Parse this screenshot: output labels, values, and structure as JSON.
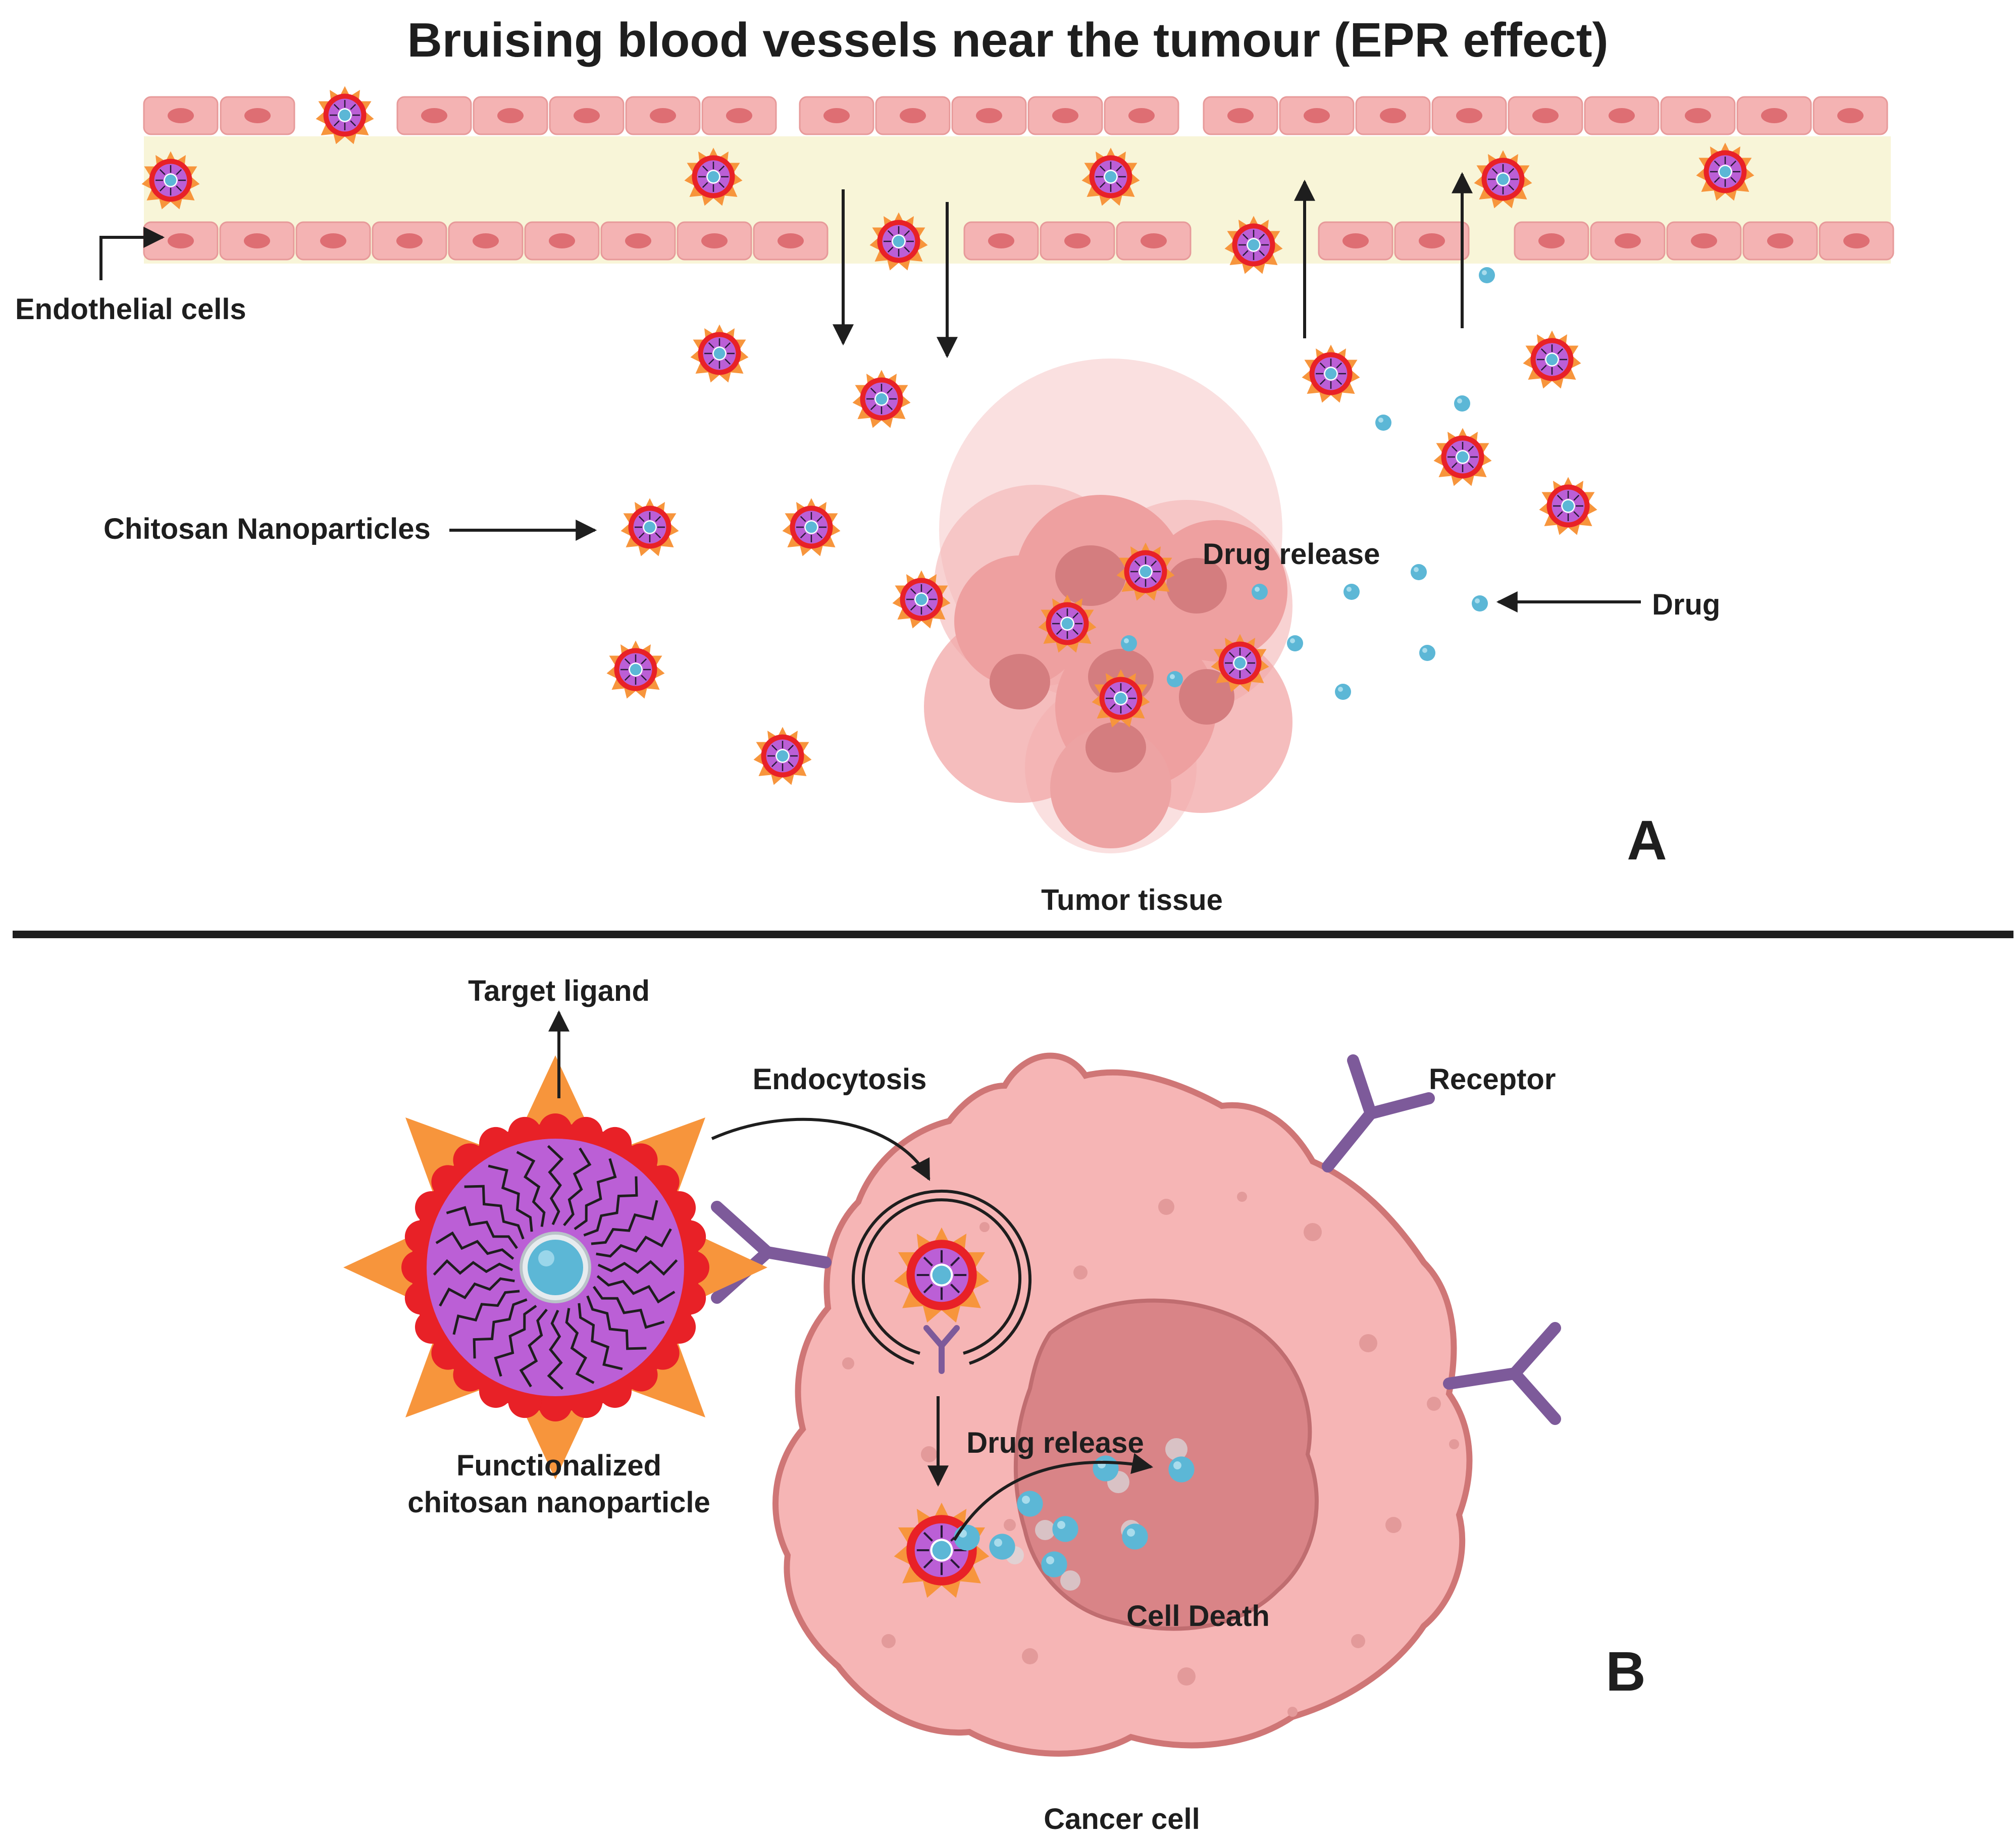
{
  "title": "Bruising blood vessels near the tumour (EPR effect)",
  "panel_a": {
    "endothelial_label": "Endothelial cells",
    "nanoparticles_label": "Chitosan Nanoparticles",
    "drug_release_label": "Drug release",
    "drug_label": "Drug",
    "tumor_label": "Tumor tissue",
    "panel_letter": "A"
  },
  "panel_b": {
    "target_ligand_label": "Target ligand",
    "endocytosis_label": "Endocytosis",
    "receptor_label": "Receptor",
    "functionalized_label_line1": "Functionalized",
    "functionalized_label_line2": "chitosan nanoparticle",
    "drug_release_label": "Drug release",
    "cell_death_label": "Cell Death",
    "cancer_cell_label": "Cancer cell",
    "panel_letter": "B"
  },
  "colors": {
    "endothelial_cell": "#f4b3b3",
    "endothelial_nucleus": "#de6e73",
    "vessel_lumen": "#f8f5d8",
    "nanoparticle_shell": "#e82127",
    "nanoparticle_core": "#bb5fd6",
    "nanoparticle_spike": "#f7953c",
    "drug": "#5cb7d6",
    "tumor": "#efa0a0",
    "cancer_cell": "#f6b5b5",
    "nucleus": "#d98487",
    "receptor": "#7d5a9a"
  },
  "icons": [
    "nanoparticle-icon",
    "drug-molecule-icon",
    "receptor-icon",
    "endothelial-cell-icon",
    "arrow-icon"
  ]
}
